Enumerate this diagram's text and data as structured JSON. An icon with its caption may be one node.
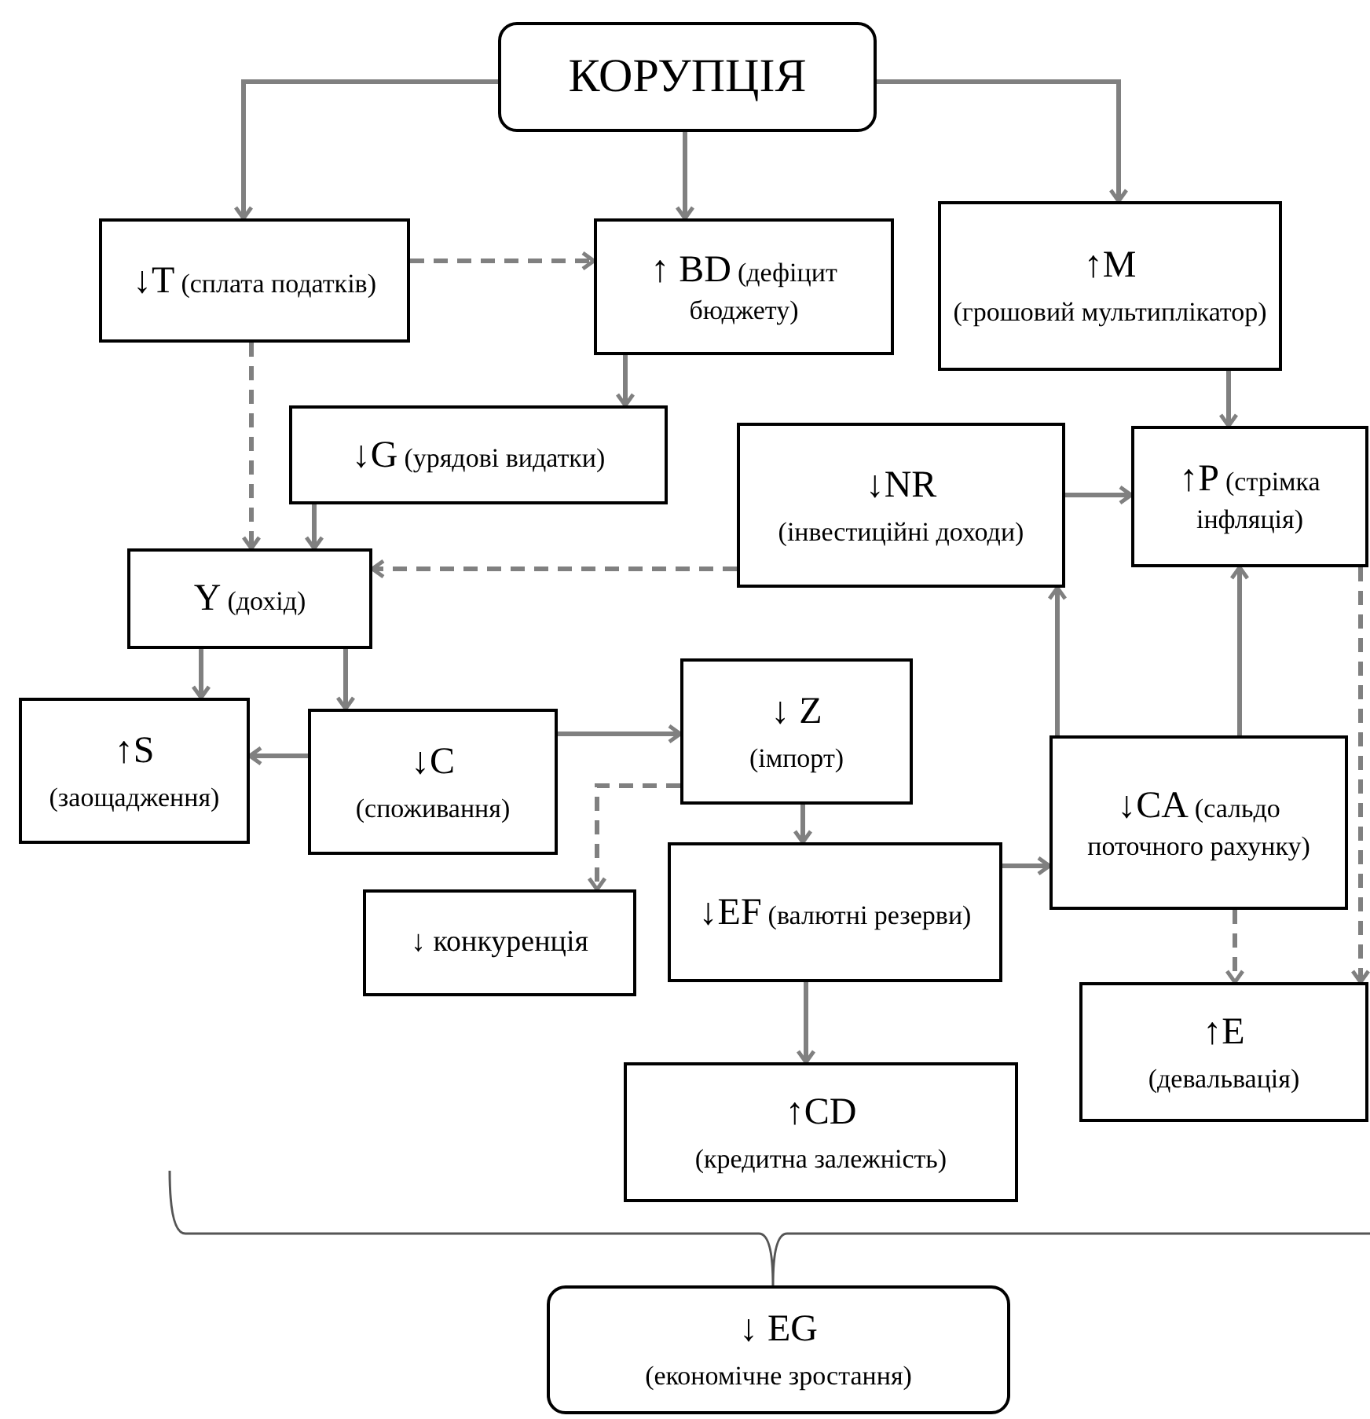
{
  "diagram": {
    "nodes": [
      {
        "text": [
          "КОРУПЦІЯ"
        ]
      },
      {
        "text": [
          "↓T",
          "(сплата податків)"
        ]
      },
      {
        "text": [
          "↑ BD",
          "(дефіцит бюджету)"
        ]
      },
      {
        "text": [
          "↑M",
          "(грошовий мультиплікатор)"
        ]
      },
      {
        "text": [
          "↓G",
          "(урядові видатки)"
        ]
      },
      {
        "text": [
          "↓NR",
          "(інвестиційні доходи)"
        ]
      },
      {
        "text": [
          "↑P",
          "(стрімка інфляція)"
        ]
      },
      {
        "text": [
          "Y",
          "(дохід)"
        ]
      },
      {
        "text": [
          "↑S",
          "(заощадження)"
        ]
      },
      {
        "text": [
          "↓C",
          "(споживання)"
        ]
      },
      {
        "text": [
          "↓ Z",
          "(імпорт)"
        ]
      },
      {
        "text": [
          "↓CA",
          "(сальдо поточного рахунку)"
        ]
      },
      {
        "text": [
          "↓EF",
          "(валютні резерви)"
        ]
      },
      {
        "text": [
          "↓ конкуренція"
        ]
      },
      {
        "text": [
          "↑E",
          "(девальвація)"
        ]
      },
      {
        "text": [
          "↑CD",
          "(кредитна залежність)"
        ]
      },
      {
        "text": [
          "↓ EG",
          "(економічне зростання)"
        ]
      }
    ],
    "edges": [
      {
        "from": 0,
        "to": 1,
        "arrow": "to"
      },
      {
        "from": 0,
        "to": 2,
        "arrow": "to"
      },
      {
        "from": 0,
        "to": 3,
        "arrow": "to"
      },
      {
        "from": 1,
        "to": 2,
        "arrow": "to",
        "style": "dashed"
      },
      {
        "from": 1,
        "to": 7,
        "arrow": "to",
        "style": "dashed"
      },
      {
        "from": 2,
        "to": 4,
        "arrow": "to"
      },
      {
        "from": 3,
        "to": 6,
        "arrow": "to"
      },
      {
        "from": 4,
        "to": 7,
        "arrow": "to"
      },
      {
        "from": 5,
        "to": 7,
        "arrow": "to",
        "style": "dashed"
      },
      {
        "from": 5,
        "to": 6,
        "arrow": "to"
      },
      {
        "from": 7,
        "to": 8,
        "arrow": "to"
      },
      {
        "from": 7,
        "to": 9,
        "arrow": "to"
      },
      {
        "from": 9,
        "to": 8,
        "arrow": "to"
      },
      {
        "from": 9,
        "to": 10,
        "arrow": "to"
      },
      {
        "from": 10,
        "to": 13,
        "arrow": "to",
        "style": "dashed"
      },
      {
        "from": 10,
        "to": 12,
        "arrow": "to"
      },
      {
        "from": 12,
        "to": 11,
        "arrow": "to"
      },
      {
        "from": 11,
        "to": 5,
        "arrow": "to"
      },
      {
        "from": 11,
        "to": 6,
        "arrow": "to"
      },
      {
        "from": 11,
        "to": 14,
        "arrow": "to",
        "style": "dashed"
      },
      {
        "from": 6,
        "to": 14,
        "arrow": "to",
        "style": "dashed"
      },
      {
        "from": 12,
        "to": 15,
        "arrow": "to"
      }
    ]
  }
}
